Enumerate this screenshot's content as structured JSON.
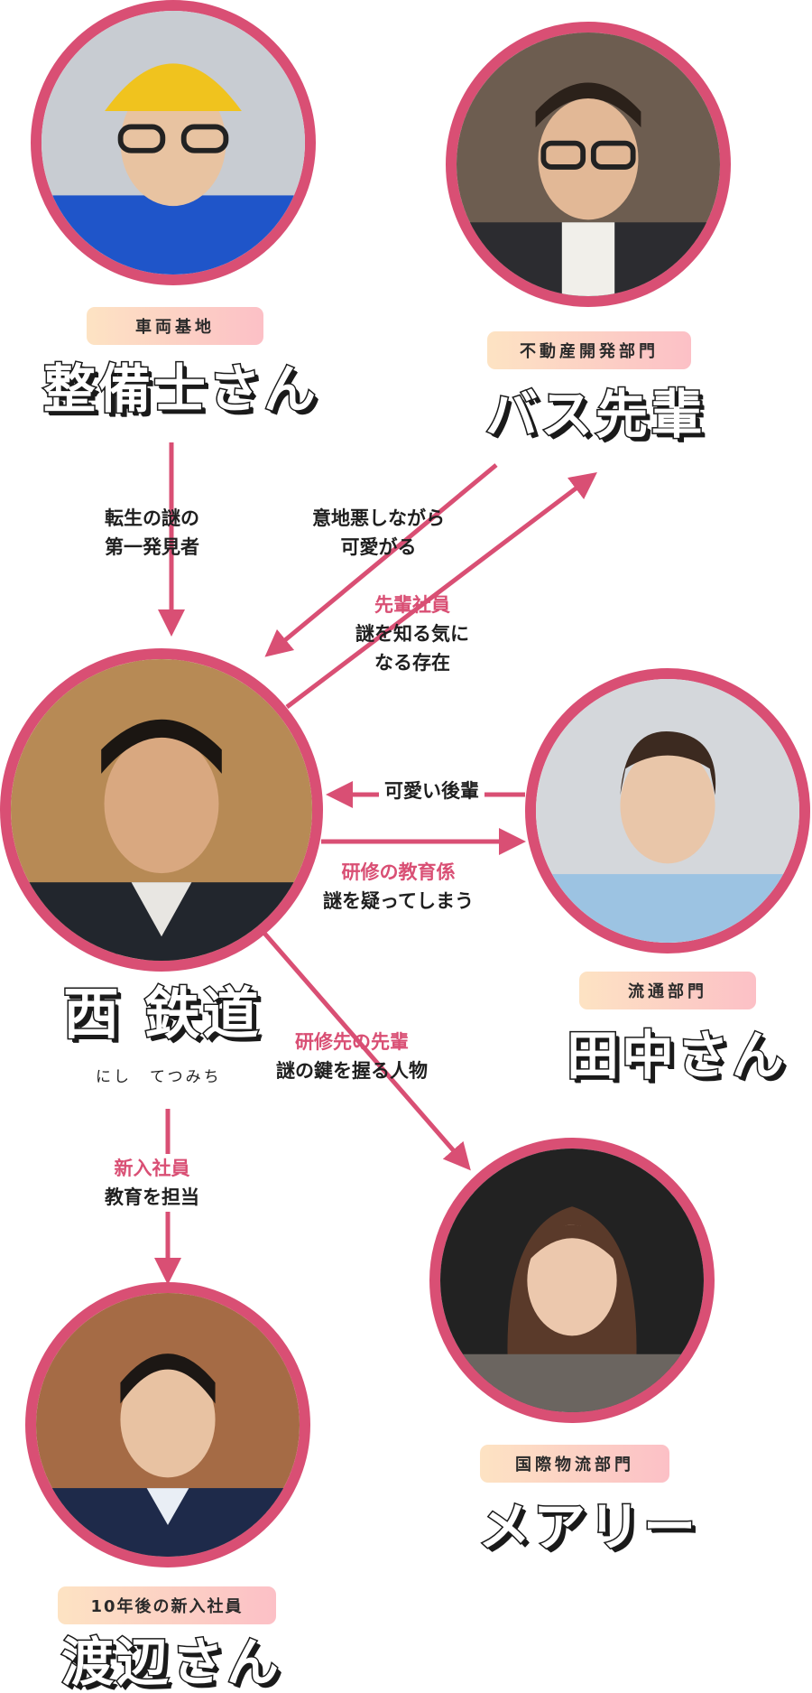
{
  "colors": {
    "accent": "#d94f74",
    "badge_from": "#fde3c3",
    "badge_to": "#fcc0c6",
    "text": "#1f1f1f"
  },
  "characters": {
    "mechanic": {
      "badge": "車両基地",
      "name": "整備士さん"
    },
    "bus_senior": {
      "badge": "不動産開発部門",
      "name": "バス先輩"
    },
    "nishi": {
      "name": "西 鉄道",
      "reading": "にし　てつみち"
    },
    "tanaka": {
      "badge": "流通部門",
      "name": "田中さん"
    },
    "mary": {
      "badge": "国際物流部門",
      "name": "メアリー"
    },
    "watanabe": {
      "badge": "10年後の新入社員",
      "name": "渡辺さん"
    }
  },
  "relations": {
    "mechanic_to_nishi": {
      "line1": "転生の謎の",
      "line2": "第一発見者"
    },
    "bus_to_nishi": {
      "line1": "意地悪しながら",
      "line2": "可愛がる"
    },
    "nishi_to_bus": {
      "role": "先輩社員",
      "line1": "謎を知る気に",
      "line2": "なる存在"
    },
    "tanaka_to_nishi": {
      "line1": "可愛い後輩"
    },
    "nishi_to_tanaka": {
      "role": "研修の教育係",
      "line1": "謎を疑ってしまう"
    },
    "nishi_to_mary": {
      "role": "研修先の先輩",
      "line1": "謎の鍵を握る人物"
    },
    "nishi_to_watanabe": {
      "role": "新入社員",
      "line1": "教育を担当"
    }
  }
}
